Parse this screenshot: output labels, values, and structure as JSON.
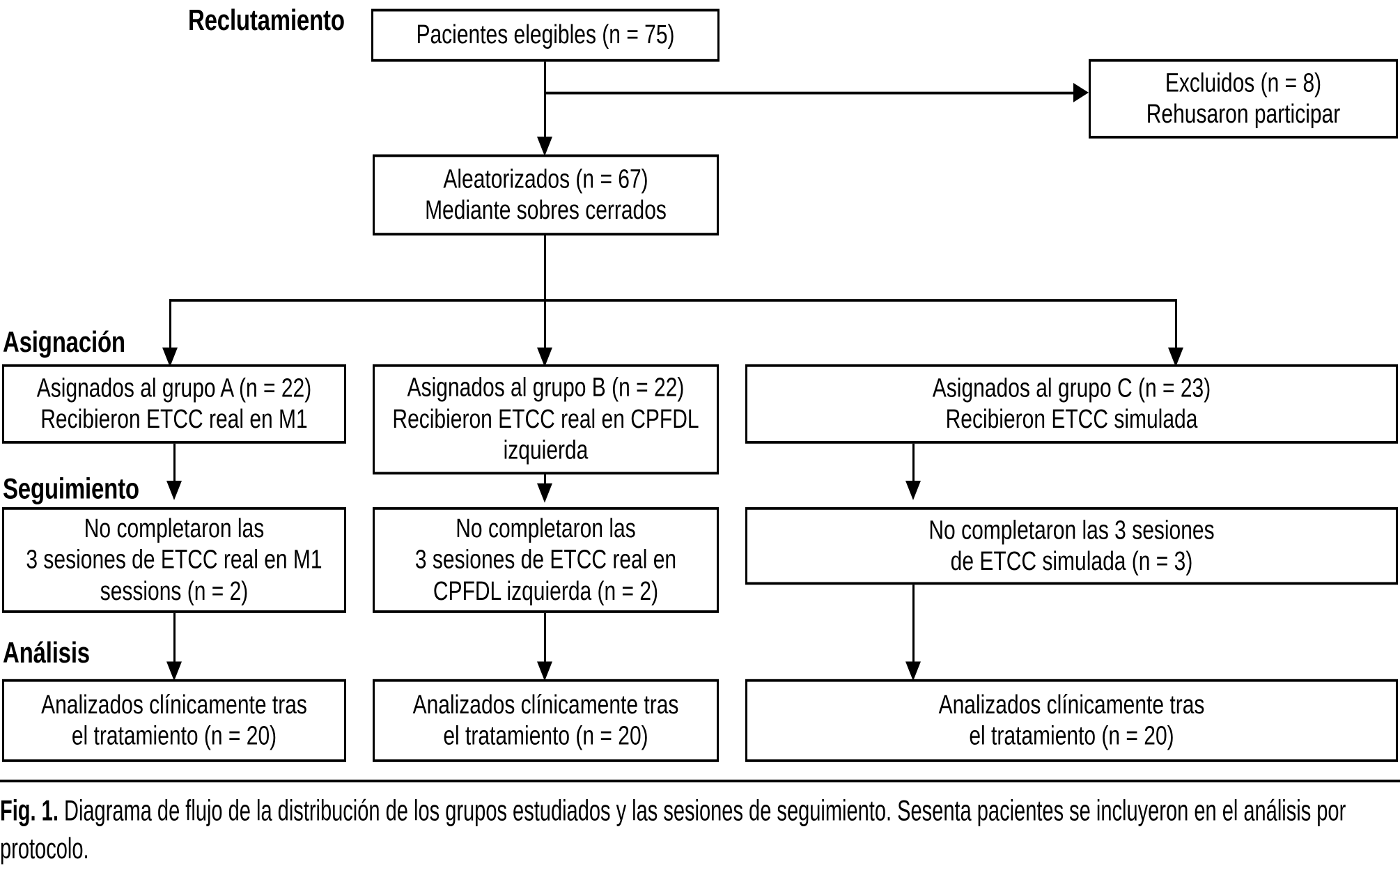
{
  "figure": {
    "type": "consort-flow-diagram",
    "language": "es",
    "caption_label": "Fig. 1.",
    "caption_text": " Diagrama de flujo de la distribución de los grupos estudiados y las sesiones de seguimiento. Sesenta pacientes se incluyeron en el análisis por protocolo.",
    "line_color": "#000000",
    "background_color": "#ffffff"
  },
  "stages": {
    "recruitment": "Reclutamiento",
    "allocation": "Asignación",
    "followup": "Seguimiento",
    "analysis": "Análisis"
  },
  "nodes": {
    "eligible": {
      "lines": [
        "Pacientes elegibles (n = 75)"
      ],
      "n": 75
    },
    "excluded": {
      "lines": [
        "Excluidos (n = 8)",
        "Rehusaron participar"
      ],
      "n": 8
    },
    "randomized": {
      "lines": [
        "Aleatorizados (n = 67)",
        "Mediante sobres cerrados"
      ],
      "n": 67
    },
    "allocated_a": {
      "lines": [
        "Asignados al grupo A (n = 22)",
        "Recibieron ETCC real en M1"
      ],
      "n": 22
    },
    "allocated_b": {
      "lines": [
        "Asignados al grupo B (n = 22)",
        "Recibieron ETCC real en CPFDL",
        "izquierda"
      ],
      "n": 22
    },
    "allocated_c": {
      "lines": [
        "Asignados al grupo C (n = 23)",
        "Recibieron ETCC simulada"
      ],
      "n": 23
    },
    "dropout_a": {
      "lines": [
        "No completaron las",
        "3 sesiones de ETCC real en M1",
        "sessions (n = 2)"
      ],
      "n": 2
    },
    "dropout_b": {
      "lines": [
        "No completaron las",
        "3 sesiones de ETCC real en",
        "CPFDL izquierda (n = 2)"
      ],
      "n": 2
    },
    "dropout_c": {
      "lines": [
        "No completaron las 3 sesiones",
        "de ETCC simulada (n = 3)"
      ],
      "n": 3
    },
    "analyzed_a": {
      "lines": [
        "Analizados clínicamente tras",
        "el tratamiento (n = 20)"
      ],
      "n": 20
    },
    "analyzed_b": {
      "lines": [
        "Analizados clínicamente tras",
        "el tratamiento (n = 20)"
      ],
      "n": 20
    },
    "analyzed_c": {
      "lines": [
        "Analizados clínicamente tras",
        "el tratamiento (n = 20)"
      ],
      "n": 20
    }
  },
  "chart_data": {
    "type": "diagram",
    "title": "Diagrama de flujo CONSORT",
    "flow": [
      {
        "id": "eligible",
        "label": "Pacientes elegibles",
        "n": 75,
        "stage": "Reclutamiento"
      },
      {
        "id": "excluded",
        "label": "Excluidos / Rehusaron participar",
        "n": 8,
        "stage": "Reclutamiento"
      },
      {
        "id": "randomized",
        "label": "Aleatorizados (sobres cerrados)",
        "n": 67,
        "stage": "Reclutamiento"
      },
      {
        "id": "allocated_a",
        "label": "Grupo A — ETCC real en M1",
        "n": 22,
        "stage": "Asignación"
      },
      {
        "id": "allocated_b",
        "label": "Grupo B — ETCC real en CPFDL izq.",
        "n": 22,
        "stage": "Asignación"
      },
      {
        "id": "allocated_c",
        "label": "Grupo C — ETCC simulada",
        "n": 23,
        "stage": "Asignación"
      },
      {
        "id": "dropout_a",
        "label": "No completaron 3 sesiones (A)",
        "n": 2,
        "stage": "Seguimiento"
      },
      {
        "id": "dropout_b",
        "label": "No completaron 3 sesiones (B)",
        "n": 2,
        "stage": "Seguimiento"
      },
      {
        "id": "dropout_c",
        "label": "No completaron 3 sesiones (C)",
        "n": 3,
        "stage": "Seguimiento"
      },
      {
        "id": "analyzed_a",
        "label": "Analizados tras el tratamiento (A)",
        "n": 20,
        "stage": "Análisis"
      },
      {
        "id": "analyzed_b",
        "label": "Analizados tras el tratamiento (B)",
        "n": 20,
        "stage": "Análisis"
      },
      {
        "id": "analyzed_c",
        "label": "Analizados tras el tratamiento (C)",
        "n": 20,
        "stage": "Análisis"
      }
    ],
    "edges": [
      {
        "from": "eligible",
        "to": "excluded"
      },
      {
        "from": "eligible",
        "to": "randomized"
      },
      {
        "from": "randomized",
        "to": "allocated_a"
      },
      {
        "from": "randomized",
        "to": "allocated_b"
      },
      {
        "from": "randomized",
        "to": "allocated_c"
      },
      {
        "from": "allocated_a",
        "to": "dropout_a"
      },
      {
        "from": "allocated_b",
        "to": "dropout_b"
      },
      {
        "from": "allocated_c",
        "to": "dropout_c"
      },
      {
        "from": "dropout_a",
        "to": "analyzed_a"
      },
      {
        "from": "dropout_b",
        "to": "analyzed_b"
      },
      {
        "from": "dropout_c",
        "to": "analyzed_c"
      }
    ],
    "total_analyzed": 60
  }
}
